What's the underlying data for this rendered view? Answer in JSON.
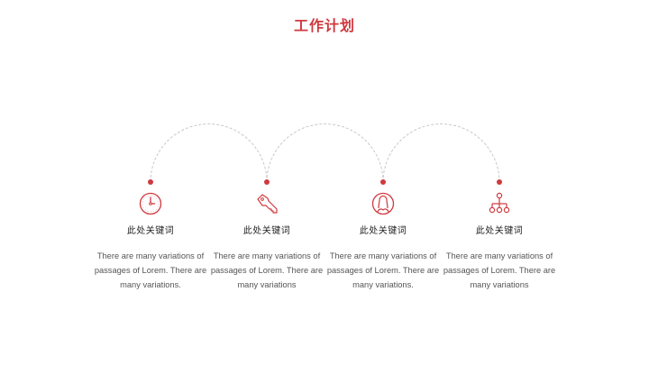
{
  "title": "工作计划",
  "colors": {
    "accent": "#d0393e",
    "arc": "#c8c8c8",
    "text": "#222222",
    "desc": "#555555"
  },
  "steps": [
    {
      "icon": "clock-icon",
      "keyword": "此处关键词",
      "description": "There are many variations of passages of Lorem. There are many variations."
    },
    {
      "icon": "key-icon",
      "keyword": "此处关键词",
      "description": "There are many variations of passages of Lorem. There are many variations"
    },
    {
      "icon": "user-icon",
      "keyword": "此处关键词",
      "description": "There are many variations of passages of Lorem. There are many variations."
    },
    {
      "icon": "org-chart-icon",
      "keyword": "此处关键词",
      "description": "There are many variations of passages of Lorem. There are many variations"
    }
  ]
}
